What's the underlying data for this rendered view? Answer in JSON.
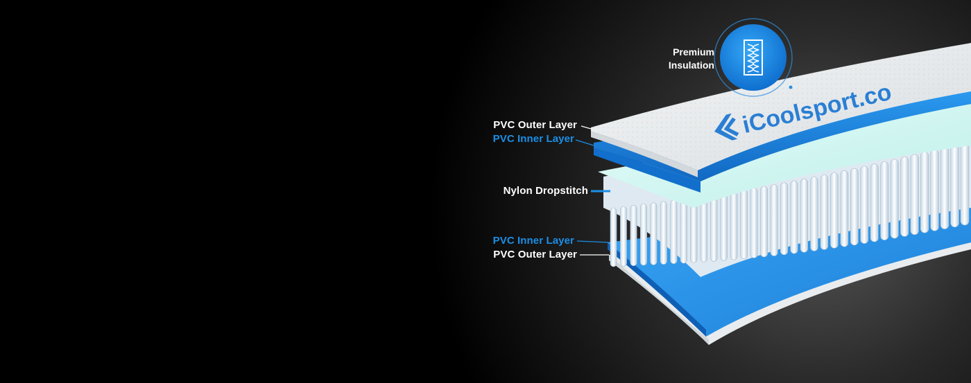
{
  "badge": {
    "line1": "Premium",
    "line2": "Insulation",
    "icon": "insulation-coil-icon"
  },
  "brand": {
    "logo_text": "iCoolsport.co"
  },
  "labels": {
    "top_outer": "PVC Outer Layer",
    "top_inner": "PVC Inner Layer",
    "dropstitch": "Nylon Dropstitch",
    "bottom_inner": "PVC Inner Layer",
    "bottom_outer": "PVC Outer Layer"
  },
  "colors": {
    "white_label": "#ffffff",
    "blue_label": "#1c8fe6",
    "pvc_inner_blue": "#1f8fe8",
    "badge_blue": "#1c8fe6",
    "logo_blue": "#2a7fd4"
  }
}
